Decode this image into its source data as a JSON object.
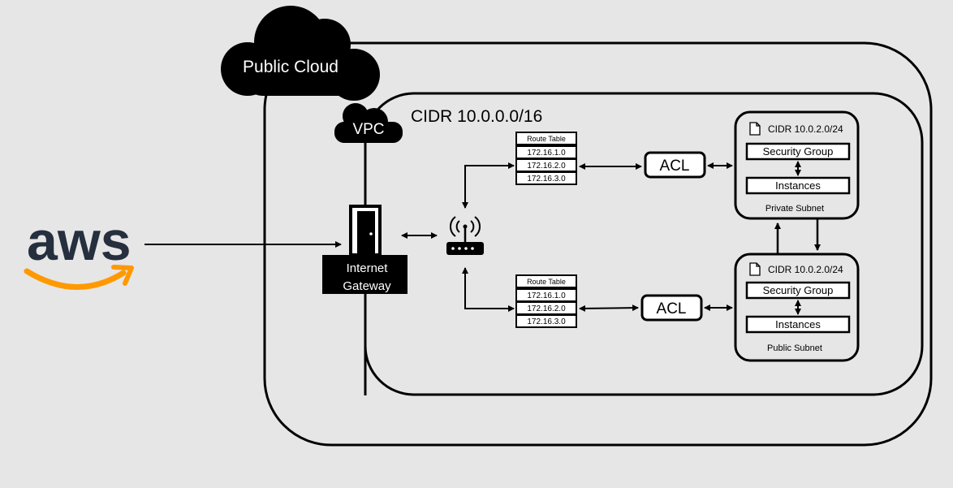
{
  "public_cloud_label": "Public Cloud",
  "vpc_label": "VPC",
  "vpc_cidr": "CIDR 10.0.0.0/16",
  "aws_logo_text": "aws",
  "internet_gateway": {
    "line1": "Internet",
    "line2": "Gateway"
  },
  "route_table_top": {
    "header": "Route Table",
    "rows": [
      "172.16.1.0",
      "172.16.2.0",
      "172.16.3.0"
    ]
  },
  "route_table_bottom": {
    "header": "Route Table",
    "rows": [
      "172.16.1.0",
      "172.16.2.0",
      "172.16.3.0"
    ]
  },
  "acl_top": "ACL",
  "acl_bottom": "ACL",
  "private_subnet": {
    "cidr": "CIDR 10.0.2.0/24",
    "security_group": "Security Group",
    "instances": "Instances",
    "name": "Private Subnet"
  },
  "public_subnet": {
    "cidr": "CIDR 10.0.2.0/24",
    "security_group": "Security Group",
    "instances": "Instances",
    "name": "Public Subnet"
  },
  "colors": {
    "background": "#e6e6e6",
    "ink": "#000000",
    "aws_text": "#252f3e",
    "aws_smile": "#ff9900"
  }
}
